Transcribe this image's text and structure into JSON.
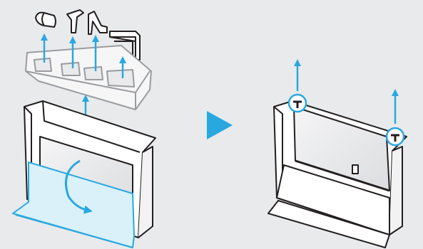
{
  "colors": {
    "background": "#e9eaec",
    "accent": "#29a8e0",
    "outline": "#231f20",
    "box_fill": "#ffffff",
    "screen_fill": "#e6e7e8",
    "cover_fill": "#daf1fa"
  },
  "steps": [
    {
      "id": "step-1",
      "parts": [
        "cable-holder-icon",
        "stand-leg-icon",
        "stand-leg-icon",
        "stand-base-icon"
      ],
      "actions": [
        "lift-parts-up",
        "lift-tray-up",
        "fold-cover-down"
      ]
    },
    {
      "id": "step-2",
      "parts": [
        "stand-leg-icon",
        "stand-leg-icon"
      ],
      "actions": [
        "lift-tv-up-by-stands"
      ]
    }
  ],
  "next_step_icon": "play-triangle-icon"
}
